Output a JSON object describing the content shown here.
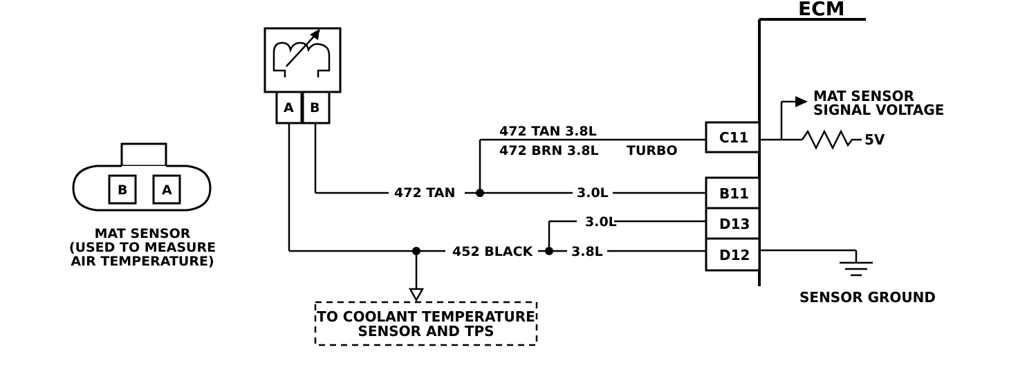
{
  "ecm": {
    "title": "ECM"
  },
  "pins": {
    "c11": "C11",
    "b11": "B11",
    "d13": "D13",
    "d12": "D12"
  },
  "sensor": {
    "pin_a": "A",
    "pin_b": "B",
    "caption_1": "MAT SENSOR",
    "caption_2": "(USED TO MEASURE",
    "caption_3": "AIR TEMPERATURE)"
  },
  "wires": {
    "tan_38": "472 TAN 3.8L",
    "brn_38": "472 BRN 3.8L",
    "turbo": "TURBO",
    "tan": "472 TAN",
    "tan_30": "3.0L",
    "d13_30": "3.0L",
    "black": "452 BLACK",
    "d12_38": "3.8L"
  },
  "signal": {
    "line_1": "MAT SENSOR",
    "line_2": "SIGNAL VOLTAGE",
    "supply": "5V"
  },
  "ground": {
    "label": "SENSOR GROUND"
  },
  "coolant": {
    "line_1": "TO COOLANT TEMPERATURE",
    "line_2": "SENSOR AND TPS"
  },
  "colors": {
    "ink": "#000000",
    "paper": "#ffffff"
  }
}
